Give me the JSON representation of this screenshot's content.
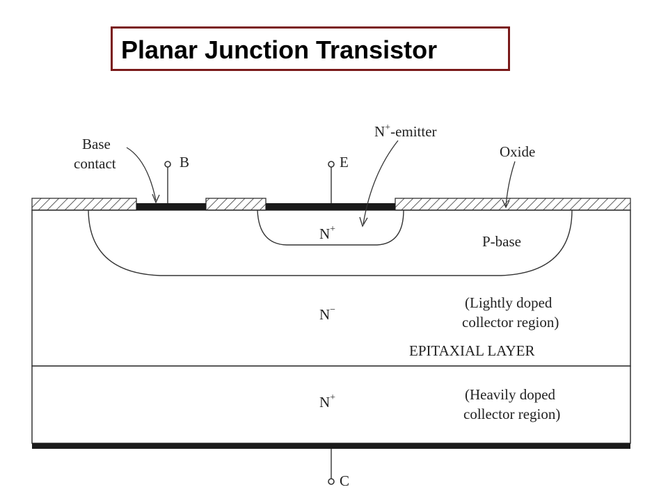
{
  "title": "Planar Junction Transistor",
  "colors": {
    "title_border": "#7a1a1a",
    "metal": "#1a1a1a",
    "line": "#333333"
  },
  "labels": {
    "base_contact_1": "Base",
    "base_contact_2": "contact",
    "terminal_b": "B",
    "terminal_e": "E",
    "terminal_c": "C",
    "emitter_main": "N",
    "emitter_sup": "+",
    "emitter_suffix": "-emitter",
    "oxide": "Oxide",
    "emitter_region_main": "N",
    "emitter_region_sup": "+",
    "p_base": "P-base",
    "epi_main": "N",
    "epi_sup": "−",
    "lightly_1": "(Lightly doped",
    "lightly_2": "collector region)",
    "epitaxial_layer": "EPITAXIAL LAYER",
    "substrate_main": "N",
    "substrate_sup": "+",
    "heavily_1": "(Heavily doped",
    "heavily_2": "collector region)"
  }
}
